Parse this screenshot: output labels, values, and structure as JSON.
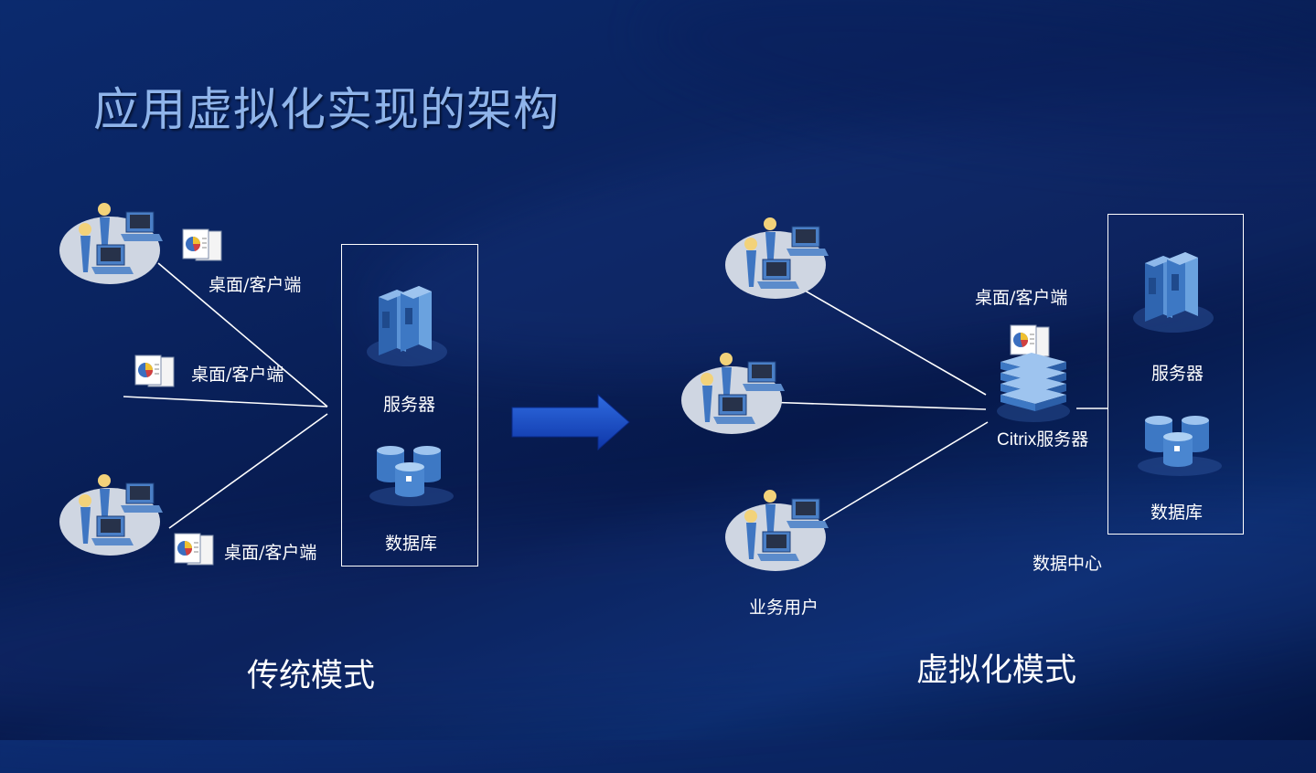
{
  "title": "应用虚拟化实现的架构",
  "traditional": {
    "client_label_1": "桌面/客户端",
    "client_label_2": "桌面/客户端",
    "client_label_3": "桌面/客户端",
    "server_label": "服务器",
    "database_label": "数据库",
    "mode_label": "传统模式"
  },
  "virtual": {
    "client_label": "桌面/客户端",
    "citrix_label": "Citrix服务器",
    "server_label": "服务器",
    "database_label": "数据库",
    "datacenter_label": "数据中心",
    "users_label": "业务用户",
    "mode_label": "虚拟化模式"
  },
  "colors": {
    "title": "#8fb4ea",
    "arrow": "#1446c8",
    "line": "#ffffff",
    "server": "#3d78c4",
    "person": "#f2d27a"
  }
}
